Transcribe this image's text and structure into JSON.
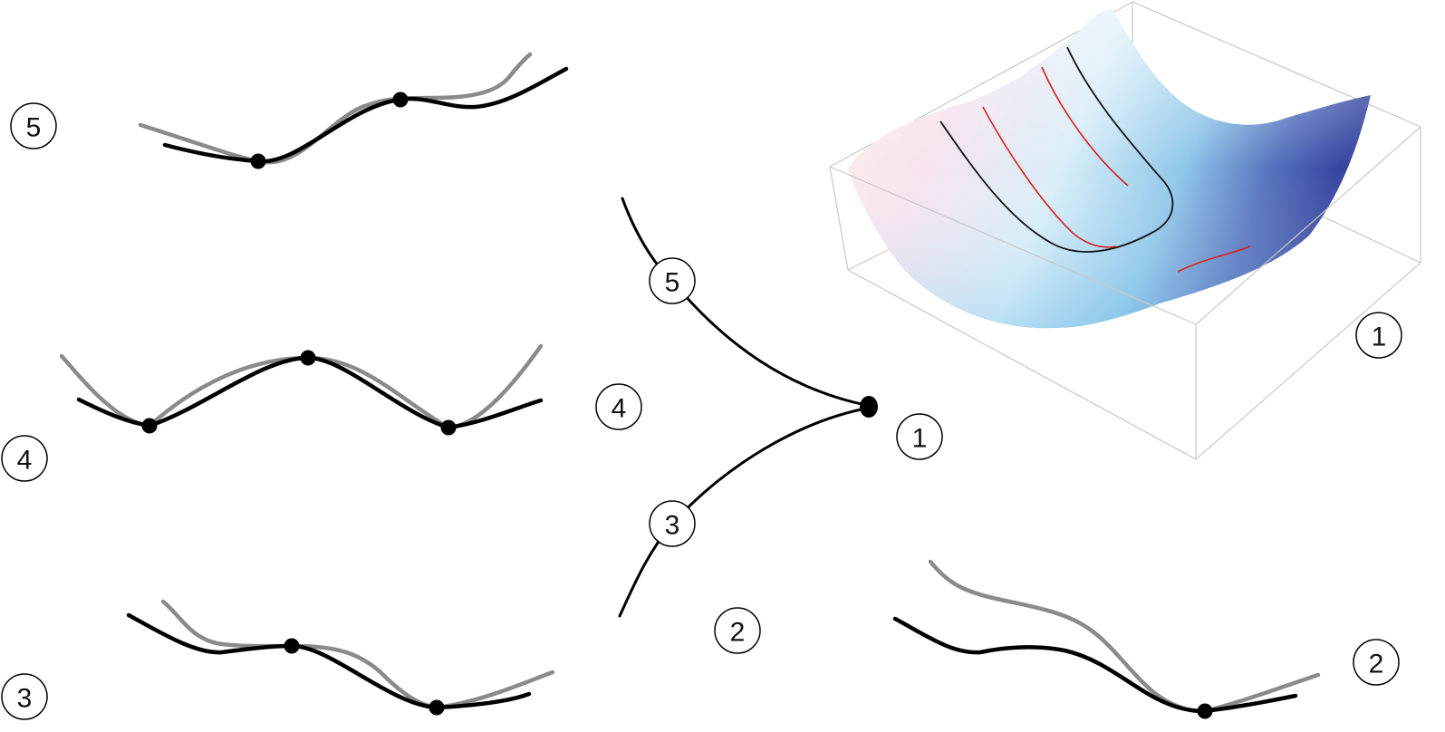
{
  "regions": {
    "r1": "1",
    "r2": "2",
    "r3": "3",
    "r4": "4",
    "r5": "5"
  },
  "colors": {
    "curve_primary": "#000000",
    "curve_secondary": "#8a8a8a",
    "level_line_red": "#d8231b",
    "surface_light": "#f6e6f1",
    "surface_mid": "#a9dbf2",
    "surface_dark": "#3a4aa0"
  },
  "panels": [
    {
      "id": "potential-5",
      "region": "5",
      "critical_points": 2
    },
    {
      "id": "potential-4",
      "region": "4",
      "critical_points": 3
    },
    {
      "id": "potential-3",
      "region": "3",
      "critical_points": 2
    },
    {
      "id": "potential-2",
      "region": "2",
      "critical_points": 1
    },
    {
      "id": "surface-1",
      "region": "1",
      "critical_points": 0
    }
  ]
}
